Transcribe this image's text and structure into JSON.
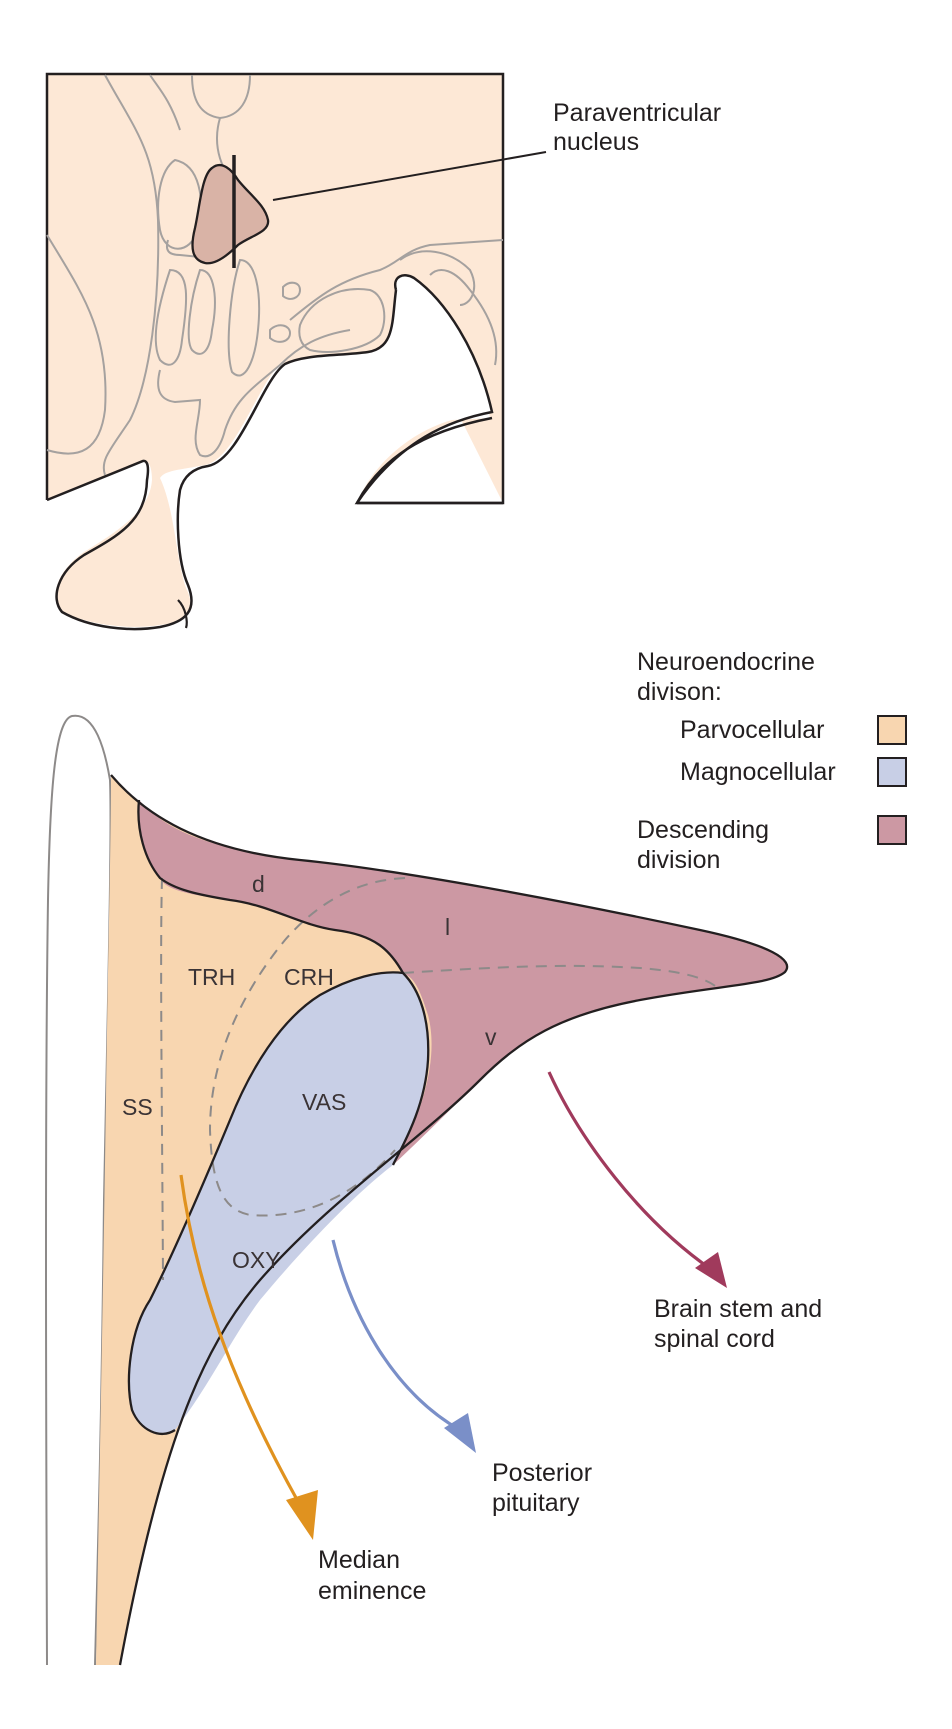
{
  "inset": {
    "callout_label_line1": "Paraventricular",
    "callout_label_line2": "nucleus",
    "colors": {
      "tissue": "#fde8d6",
      "nucleus": "#d9b3a6",
      "outline": "#231f20",
      "internal_lines": "#a5a19f"
    }
  },
  "legend": {
    "neuroendocrine_line1": "Neuroendocrine",
    "neuroendocrine_line2": "divison:",
    "items": [
      {
        "label": "Parvocellular",
        "color": "#f8d6b0"
      },
      {
        "label": "Magnocellular",
        "color": "#c8cfe6"
      }
    ],
    "descending_line1": "Descending",
    "descending_line2": "division",
    "descending_color": "#cc98a3"
  },
  "regions": {
    "d": "d",
    "l": "l",
    "v": "v",
    "trh": "TRH",
    "crh": "CRH",
    "ss": "SS",
    "vas": "VAS",
    "oxy": "OXY"
  },
  "projections": [
    {
      "target_line1": "Median",
      "target_line2": "eminence",
      "color": "#e0921f"
    },
    {
      "target_line1": "Posterior",
      "target_line2": "pituitary",
      "color": "#7a8fc8"
    },
    {
      "target_line1": "Brain stem and",
      "target_line2": "spinal cord",
      "color": "#a03a5c"
    }
  ]
}
